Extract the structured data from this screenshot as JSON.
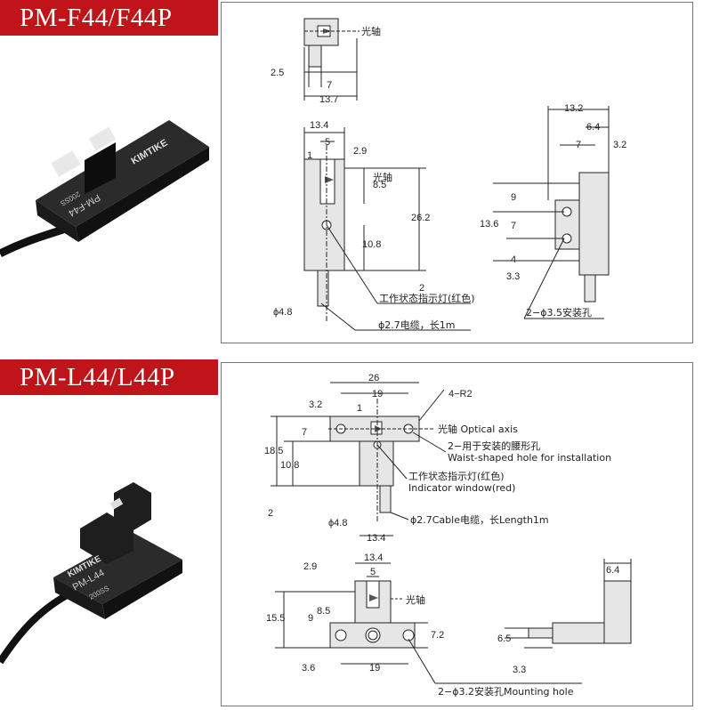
{
  "panels": [
    {
      "title": "PM-F44/F44P",
      "product_marks": {
        "brand": "KIMTIKE",
        "model": "PM-F44",
        "sub": "200SS"
      },
      "dims": {
        "top": {
          "a": "2.5",
          "b": "7",
          "c": "13.7",
          "axis": "光轴"
        },
        "front": {
          "w": "13.4",
          "slot": "5",
          "s1": "1",
          "s2": "2.9",
          "h1": "8.5",
          "h2": "26.2",
          "h3": "10.8",
          "base": "2",
          "dia": "ϕ4.8",
          "axis": "光轴",
          "led": "工作状态指示灯(红色)",
          "cable": "ϕ2.7电缆，长1m"
        },
        "side": {
          "w": "13.2",
          "a": "6.4",
          "b": "7",
          "c": "3.2",
          "h1": "9",
          "h2": "13.6",
          "h3": "7",
          "h4": "4",
          "h5": "3.3",
          "holes": "2−ϕ3.5安装孔"
        }
      }
    },
    {
      "title": "PM-L44/L44P",
      "product_marks": {
        "brand": "KIMTIKE",
        "model": "PM-L44",
        "sub": "200SS"
      },
      "dims": {
        "top": {
          "w": "26",
          "w2": "19",
          "a": "3.2",
          "b": "1",
          "c": "7",
          "r": "4−R2",
          "h1": "18.5",
          "h2": "10.8",
          "base": "2",
          "dia": "ϕ4.8",
          "w3": "13.4",
          "axis": "光轴 Optical axis",
          "hole1": "2−用于安装的腰形孔",
          "hole2": "Waist-shaped hole for installation",
          "led1": "工作状态指示灯(红色)",
          "led2": "Indicator window(red)",
          "cable": "ϕ2.7Cable电缆，长Length1m"
        },
        "front": {
          "w": "13.4",
          "slot": "5",
          "a": "2.9",
          "h1": "15.5",
          "h2": "9",
          "h3": "8.5",
          "h4": "7.2",
          "b": "3.6",
          "w2": "19",
          "axis": "光轴",
          "holes": "2−ϕ3.2安装孔Mounting hole"
        },
        "side": {
          "w": "6.4",
          "h": "6.5",
          "b": "3.3"
        }
      }
    }
  ]
}
